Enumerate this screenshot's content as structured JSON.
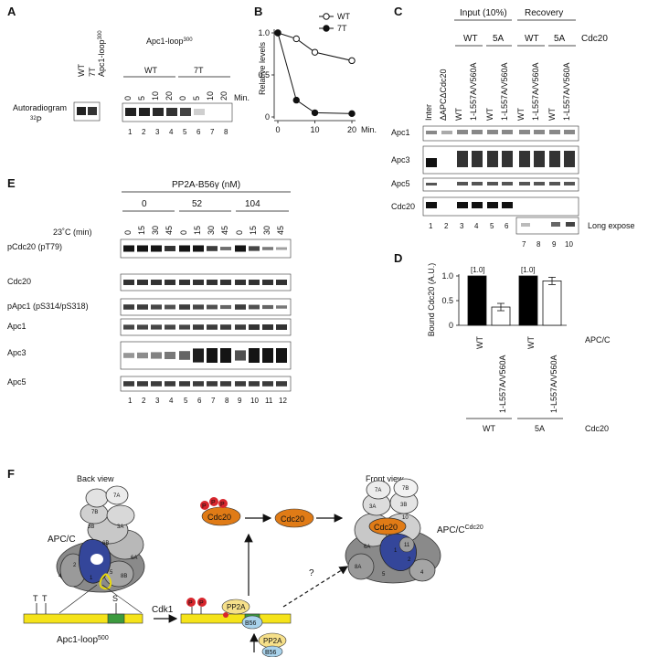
{
  "panels": {
    "A": "A",
    "B": "B",
    "C": "C",
    "D": "D",
    "E": "E",
    "F": "F"
  },
  "panelA": {
    "lane_headers": [
      "WT",
      "7T"
    ],
    "loop_label": "Apc1-loop",
    "loop_sup": "300",
    "autoradiogram_label": "Autoradiogram",
    "p32_sup": "32",
    "p32_label": "P",
    "groups": [
      "WT",
      "7T"
    ],
    "time_labels": [
      "0",
      "5",
      "10",
      "20",
      "0",
      "5",
      "10",
      "20"
    ],
    "min_label": "Min.",
    "lane_numbers": [
      "1",
      "2",
      "3",
      "4",
      "5",
      "6",
      "7",
      "8"
    ]
  },
  "panelB": {
    "ylabel": "Relative levels",
    "xlabel_suffix": "Min."
  },
  "chart_data": {
    "type": "line",
    "xlabel": "Min.",
    "ylabel": "Relative levels",
    "x_ticks": [
      0,
      10,
      20
    ],
    "y_ticks": [
      "0",
      "0.5",
      "1.0"
    ],
    "xlim": [
      0,
      20
    ],
    "ylim": [
      0,
      1.0
    ],
    "legend_position": "top-right",
    "series": [
      {
        "name": "WT",
        "marker": "open-circle",
        "x": [
          0,
          5,
          10,
          20
        ],
        "y": [
          1.0,
          0.93,
          0.77,
          0.67
        ]
      },
      {
        "name": "7T",
        "marker": "filled-circle",
        "x": [
          0,
          5,
          10,
          20
        ],
        "y": [
          1.0,
          0.2,
          0.05,
          0.04
        ]
      }
    ]
  },
  "panelC": {
    "input_label": "Input (10%)",
    "recovery_label": "Recovery",
    "cdc20_label": "Cdc20",
    "subgroups": [
      "WT",
      "5A",
      "WT",
      "5A"
    ],
    "lane_headers": [
      "Inter",
      "ΔAPCΔCdc20",
      "WT",
      "1-L557A/V560A",
      "WT",
      "1-L557A/V560A",
      "WT",
      "1-L557A/V560A",
      "WT",
      "1-L557A/V560A"
    ],
    "rows": [
      "Apc1",
      "Apc3",
      "Apc5",
      "Cdc20"
    ],
    "lane_numbers_left": [
      "1",
      "2",
      "3",
      "4",
      "5",
      "6"
    ],
    "lane_numbers_right": [
      "7",
      "8",
      "9",
      "10"
    ],
    "long_expose": "Long expose"
  },
  "panelD": {
    "ylabel": "Bound Cdc20 (A.U.)",
    "y_ticks": [
      "0",
      "0.5",
      "1.0"
    ],
    "bar_annotations": [
      "[1.0]",
      "[1.0]"
    ],
    "bar_values": [
      1.0,
      0.37,
      1.0,
      0.9
    ],
    "bar_fill": [
      "#000000",
      "#ffffff",
      "#000000",
      "#ffffff"
    ],
    "x_labels": [
      "WT",
      "1-L557A/V560A",
      "WT",
      "1-L557A/V560A"
    ],
    "apcc_label": "APC/C",
    "cdc20_groups": [
      "WT",
      "5A"
    ],
    "cdc20_label": "Cdc20"
  },
  "panelE": {
    "title": "PP2A-B56γ (nM)",
    "concentrations": [
      "0",
      "52",
      "104"
    ],
    "temp_label": "23˚C (min)",
    "times": [
      "0",
      "15",
      "30",
      "45",
      "0",
      "15",
      "30",
      "45",
      "0",
      "15",
      "30",
      "45"
    ],
    "rows": [
      "pCdc20 (pT79)",
      "Cdc20",
      "pApc1 (pS314/pS318)",
      "Apc1",
      "Apc3",
      "Apc5"
    ],
    "lane_numbers": [
      "1",
      "2",
      "3",
      "4",
      "5",
      "6",
      "7",
      "8",
      "9",
      "10",
      "11",
      "12"
    ]
  },
  "panelF": {
    "back_view": "Back view",
    "front_view": "Front view",
    "apcc_label": "APC/C",
    "apcc_cdc20_label": "APC/C",
    "apcc_cdc20_sup": "Cdc20",
    "back_subunits": [
      "7B",
      "7A",
      "3B",
      "3A",
      "6B",
      "6A",
      "2",
      "4",
      "1",
      "5",
      "8B"
    ],
    "front_subunits": [
      "7A",
      "7B",
      "3A",
      "3B",
      "10",
      "6A",
      "11",
      "1",
      "2",
      "8A",
      "5",
      "4"
    ],
    "cdc20": "Cdc20",
    "pp2a": "PP2A",
    "b56": "B56",
    "p": "P",
    "cdk1": "Cdk1",
    "loop_label": "Apc1-loop",
    "loop_sup": "500",
    "t_label": "T",
    "s_label": "S",
    "question": "?",
    "colors": {
      "apc1_blue": "#34469a",
      "cdc20_orange": "#e07b16",
      "pp2a_yellow": "#f6e08a",
      "b56_blue": "#a9d3ec",
      "loop_yellow": "#f5e31a",
      "loop_green": "#3c9a3e",
      "phospho_red": "#d7262d"
    }
  }
}
